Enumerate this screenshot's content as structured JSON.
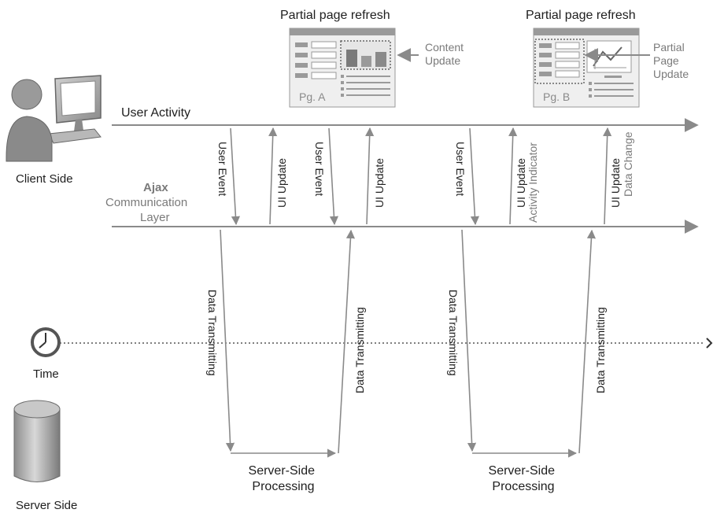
{
  "actors": {
    "client": "Client Side",
    "time": "Time",
    "server": "Server Side"
  },
  "layers": {
    "user_activity": "User Activity",
    "ajax_title": "Ajax",
    "ajax_line1": "Communication",
    "ajax_line2": "Layer"
  },
  "pages": [
    {
      "heading": "Partial page refresh",
      "name": "Pg. A",
      "callout_lines": [
        "Content",
        "Update"
      ]
    },
    {
      "heading": "Partial page refresh",
      "name": "Pg. B",
      "callout_lines": [
        "Partial",
        "Page",
        "Update"
      ]
    }
  ],
  "signals": {
    "user_event": "User Event",
    "ui_update": "UI Update",
    "activity_indicator": "Activity Indicator",
    "data_change": "Data Change",
    "data_transmitting": "Data Transmitting"
  },
  "server_processing": [
    "Server-Side",
    "Processing"
  ],
  "colors": {
    "line": "#8a8a8a",
    "text_dark": "#1e1e1e",
    "text_gray": "#7a7a7a",
    "panel": "#efefef"
  }
}
